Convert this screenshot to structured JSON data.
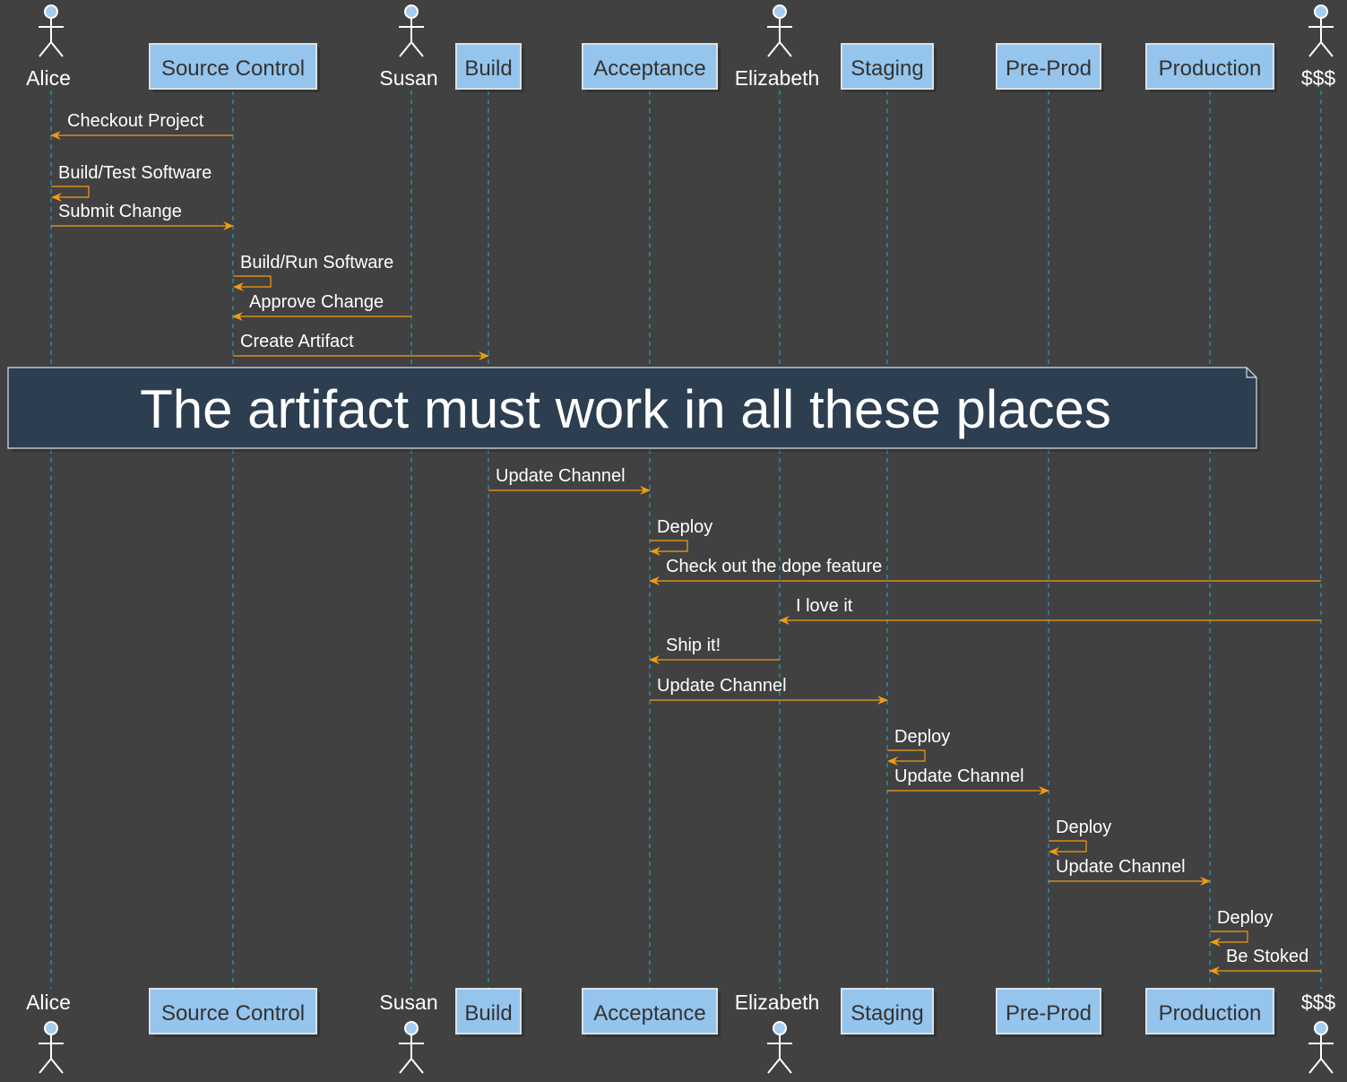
{
  "colors": {
    "background": "#414141",
    "lifeline": "#1bb0de",
    "arrow": "#f39c12",
    "participant_fill": "#95c4ec",
    "participant_border": "#d8e2ea",
    "participant_shadow": "#2a2a2a",
    "participant_text": "#333333",
    "actor_fill": "#a4cdef",
    "actor_stroke": "#ffffff",
    "label_text": "#ffffff",
    "note_fill": "#2c3e50",
    "note_border": "#d8e2ea",
    "note_text": "#ffffff"
  },
  "participants": [
    {
      "id": "alice",
      "kind": "actor",
      "label": "Alice"
    },
    {
      "id": "source_control",
      "kind": "box",
      "label": "Source Control"
    },
    {
      "id": "susan",
      "kind": "actor",
      "label": "Susan"
    },
    {
      "id": "build",
      "kind": "box",
      "label": "Build"
    },
    {
      "id": "acceptance",
      "kind": "box",
      "label": "Acceptance"
    },
    {
      "id": "elizabeth",
      "kind": "actor",
      "label": "Elizabeth"
    },
    {
      "id": "staging",
      "kind": "box",
      "label": "Staging"
    },
    {
      "id": "preprod",
      "kind": "box",
      "label": "Pre-Prod"
    },
    {
      "id": "production",
      "kind": "box",
      "label": "Production"
    },
    {
      "id": "money",
      "kind": "actor",
      "label": "$$$"
    }
  ],
  "messages": [
    {
      "from": "source_control",
      "to": "alice",
      "label": "Checkout Project"
    },
    {
      "from": "alice",
      "to": "alice",
      "label": "Build/Test Software"
    },
    {
      "from": "alice",
      "to": "source_control",
      "label": "Submit Change"
    },
    {
      "from": "source_control",
      "to": "source_control",
      "label": "Build/Run Software"
    },
    {
      "from": "susan",
      "to": "source_control",
      "label": "Approve Change"
    },
    {
      "from": "source_control",
      "to": "build",
      "label": "Create Artifact"
    },
    {
      "from": "build",
      "to": "acceptance",
      "label": "Update Channel"
    },
    {
      "from": "acceptance",
      "to": "acceptance",
      "label": "Deploy"
    },
    {
      "from": "money",
      "to": "acceptance",
      "label": "Check out the dope feature"
    },
    {
      "from": "money",
      "to": "elizabeth",
      "label": "I love it"
    },
    {
      "from": "elizabeth",
      "to": "acceptance",
      "label": "Ship it!"
    },
    {
      "from": "acceptance",
      "to": "staging",
      "label": "Update Channel"
    },
    {
      "from": "staging",
      "to": "staging",
      "label": "Deploy"
    },
    {
      "from": "staging",
      "to": "preprod",
      "label": "Update Channel"
    },
    {
      "from": "preprod",
      "to": "preprod",
      "label": "Deploy"
    },
    {
      "from": "preprod",
      "to": "production",
      "label": "Update Channel"
    },
    {
      "from": "production",
      "to": "production",
      "label": "Deploy"
    },
    {
      "from": "money",
      "to": "production",
      "label": "Be Stoked"
    }
  ],
  "note": {
    "text": "The artifact must work in all these places"
  }
}
